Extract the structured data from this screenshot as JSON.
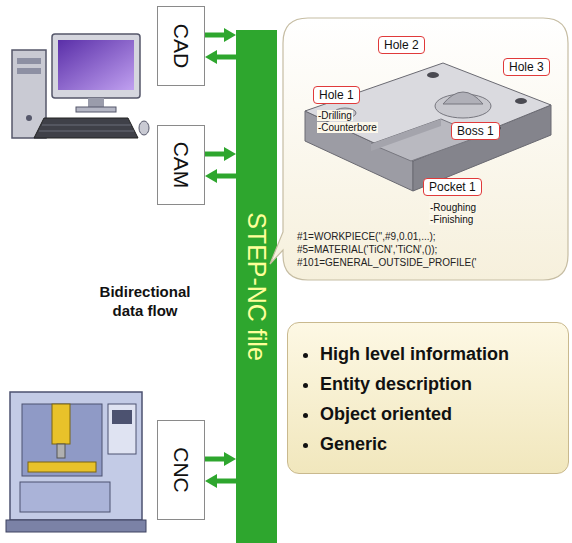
{
  "diagram": {
    "nodes": [
      {
        "text": [
          "CAD"
        ]
      },
      {
        "text": [
          "CAM"
        ]
      },
      {
        "text": [
          "CNC"
        ]
      },
      {
        "text": [
          "STEP-NC file"
        ]
      },
      {
        "text": [
          "#1=WORKPIECE('',#9,0.01,...);",
          "#5=MATERIAL('TiCN','TiCN',());",
          "#101=GENERAL_OUTSIDE_PROFILE('"
        ]
      },
      {
        "text": [
          "Hole 2"
        ],
        "in": 4
      },
      {
        "text": [
          "Hole 3"
        ],
        "in": 4
      },
      {
        "text": [
          "Hole 1"
        ],
        "in": 4
      },
      {
        "text": [
          "Boss 1"
        ],
        "in": 4
      },
      {
        "text": [
          "Pocket 1"
        ],
        "in": 4
      },
      {
        "text": [
          "High level information",
          "Entity description",
          "Object oriented",
          "Generic"
        ]
      }
    ],
    "edges": [
      {
        "from": 0,
        "to": 3,
        "arrow": "to"
      },
      {
        "from": 3,
        "to": 0,
        "arrow": "to"
      },
      {
        "from": 1,
        "to": 3,
        "arrow": "to"
      },
      {
        "from": 3,
        "to": 1,
        "arrow": "to"
      },
      {
        "from": 2,
        "to": 3,
        "arrow": "to"
      },
      {
        "from": 3,
        "to": 2,
        "arrow": "to"
      }
    ],
    "labels": [
      "Bidirectional data flow",
      "-Drilling",
      "-Counterbore",
      "-Roughing",
      "-Finishing"
    ]
  }
}
